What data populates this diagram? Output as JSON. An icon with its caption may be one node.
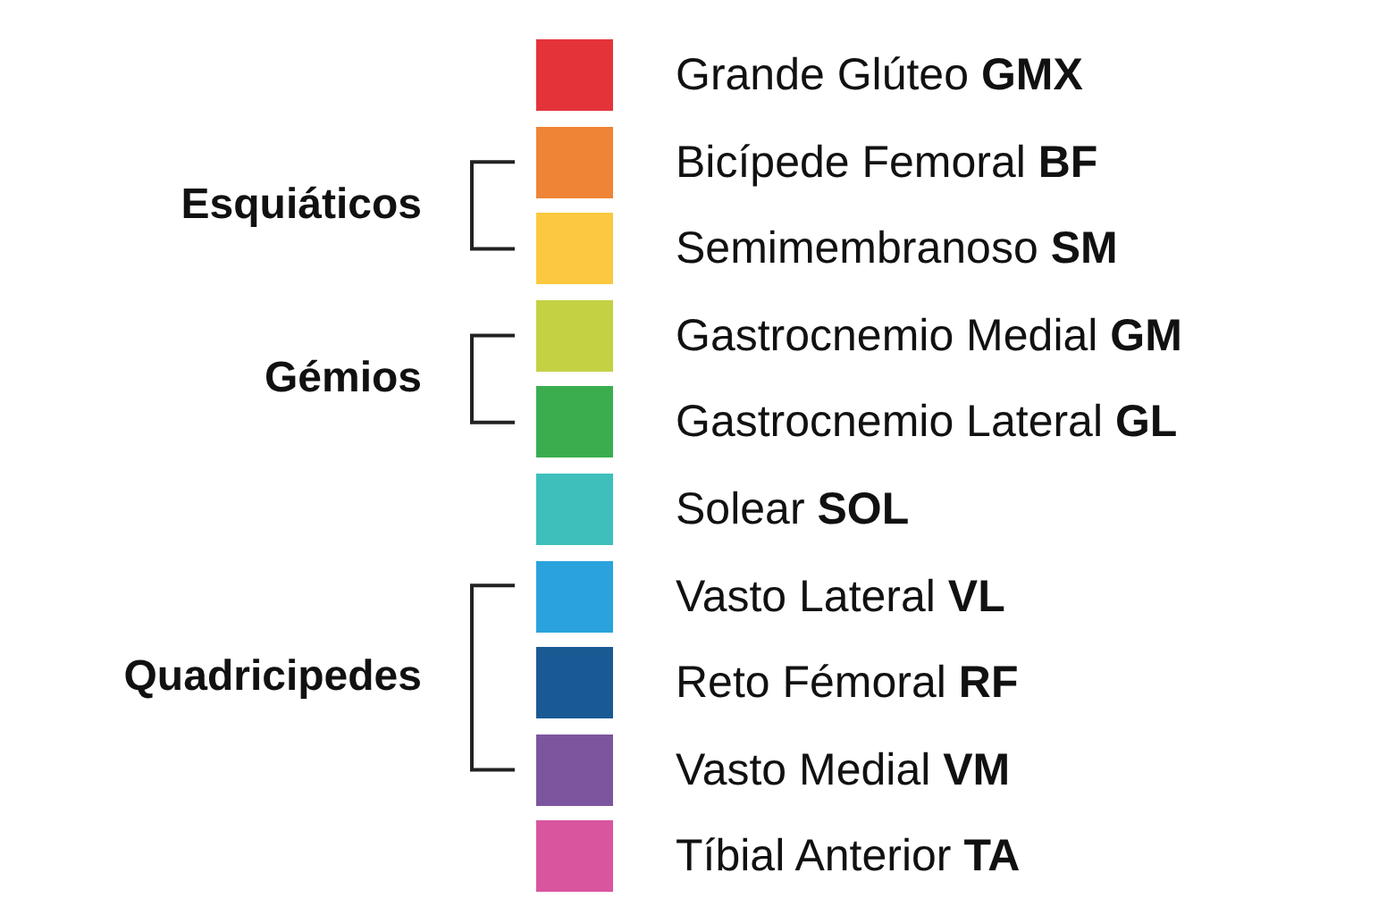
{
  "diagram": {
    "labels": [
      "Esquiáticos",
      "Gémios",
      "Quadricipedes"
    ],
    "legend": [
      {
        "text": "Grande Glúteo **GMX**",
        "color": "#e5333a"
      },
      {
        "text": "Bicípede Femoral **BF**",
        "color": "#ef8437"
      },
      {
        "text": "Semimembranoso **SM**",
        "color": "#fbc840"
      },
      {
        "text": "Gastrocnemio Medial **GM**",
        "color": "#c3d243"
      },
      {
        "text": "Gastrocnemio Lateral **GL**",
        "color": "#3aae4e"
      },
      {
        "text": "Solear **SOL**",
        "color": "#3ebfbc"
      },
      {
        "text": "Vasto Lateral **VL**",
        "color": "#2aa3dc"
      },
      {
        "text": "Reto Fémoral **RF**",
        "color": "#1a5a94"
      },
      {
        "text": "Vasto Medial **VM**",
        "color": "#7c559f"
      },
      {
        "text": "Tíbial Anterior **TA**",
        "color": "#d9559d"
      }
    ]
  }
}
